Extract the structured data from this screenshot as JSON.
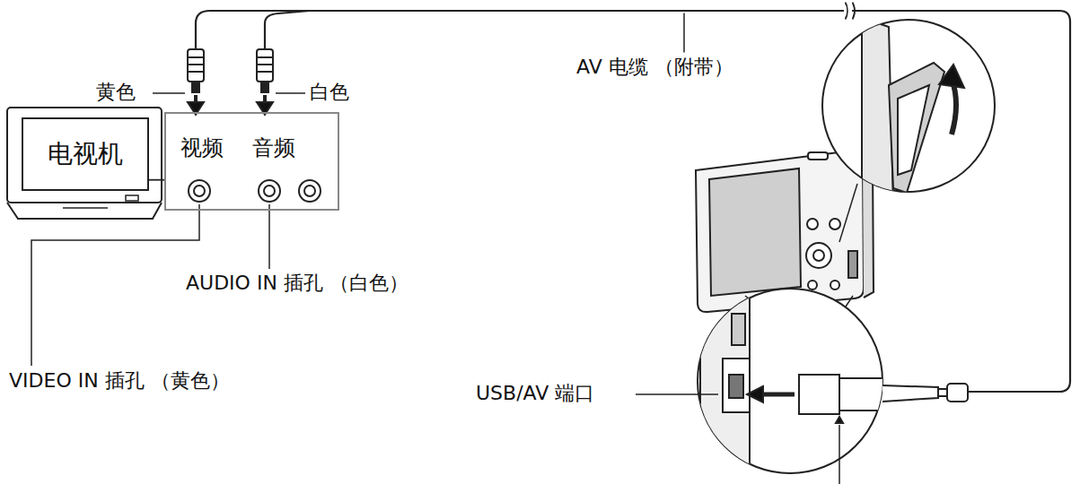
{
  "diagram": {
    "nodes": [
      {
        "text": [
          "电视机"
        ]
      },
      {
        "text": [
          "视频",
          "音频"
        ]
      }
    ],
    "edges": [
      {
        "from": 0,
        "to": 1,
        "arrow": "none"
      }
    ],
    "labels": [
      "黄色",
      "白色",
      "AV 电缆 （附带）",
      "AUDIO IN 插孔 （白色）",
      "VIDEO IN 插孔 （黄色）",
      "USB/AV 端口"
    ]
  }
}
